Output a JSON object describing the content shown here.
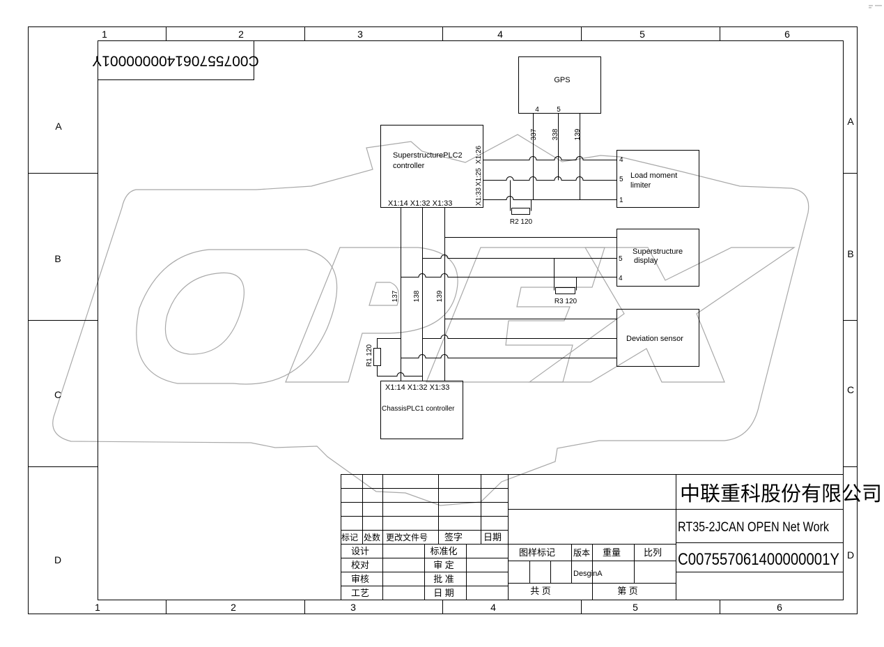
{
  "drawing_number_top": "C007557061400000001Y",
  "frame": {
    "top_cols": [
      "1",
      "2",
      "3",
      "4",
      "5",
      "6"
    ],
    "bottom_cols": [
      "1",
      "2",
      "3",
      "4",
      "5",
      "6"
    ],
    "left_rows": [
      "A",
      "B",
      "C",
      "D"
    ],
    "right_rows": [
      "A",
      "B",
      "C",
      "D"
    ]
  },
  "watermark": "OPEX",
  "blocks": {
    "gps": {
      "name": "GPS",
      "pin_a": "4",
      "pin_b": "5"
    },
    "plc2": {
      "line1": "SuperstructurePLC2",
      "line2": "controller",
      "pin_x126": "X1:26",
      "pin_x125": "X1:25",
      "pin_x133_side": "X1:33",
      "bottom_pins": "X1:14 X1:32 X1:33"
    },
    "lml": {
      "line1": "Load moment",
      "line2": "limiter",
      "pin_4": "4",
      "pin_5": "5",
      "pin_1": "1"
    },
    "display": {
      "line1": "Superstructure",
      "line2": "display",
      "pin_5": "5",
      "pin_4": "4"
    },
    "deviation": {
      "name": "Deviation sensor"
    },
    "plc1": {
      "pins": "X1:14 X1:32  X1:33",
      "name": "ChassisPLC1 controller"
    }
  },
  "wires": {
    "w337": "337",
    "w338": "338",
    "w139": "139",
    "w137": "137",
    "w138": "138",
    "w139b": "139"
  },
  "resistors": {
    "r1": "R1 120",
    "r2": "R2 120",
    "r3": "R3 120"
  },
  "title_block": {
    "company": "中联重科股份有限公司",
    "drawing_title": "RT35-2JCAN OPEN Net Work",
    "drawing_number": "C007557061400000001Y",
    "rev_headers": [
      "标记",
      "处数",
      "更改文件号",
      "签字",
      "日期"
    ],
    "left_roles": [
      "设计",
      "校对",
      "审核",
      "工艺"
    ],
    "mid_roles": [
      "标准化",
      "审 定",
      "批 准",
      "日 期"
    ],
    "info_headers": [
      "图样标记",
      "版本",
      "重量",
      "比列"
    ],
    "version": "DesginA",
    "total_sheets": "共 页",
    "sheet_no": "第 页"
  }
}
